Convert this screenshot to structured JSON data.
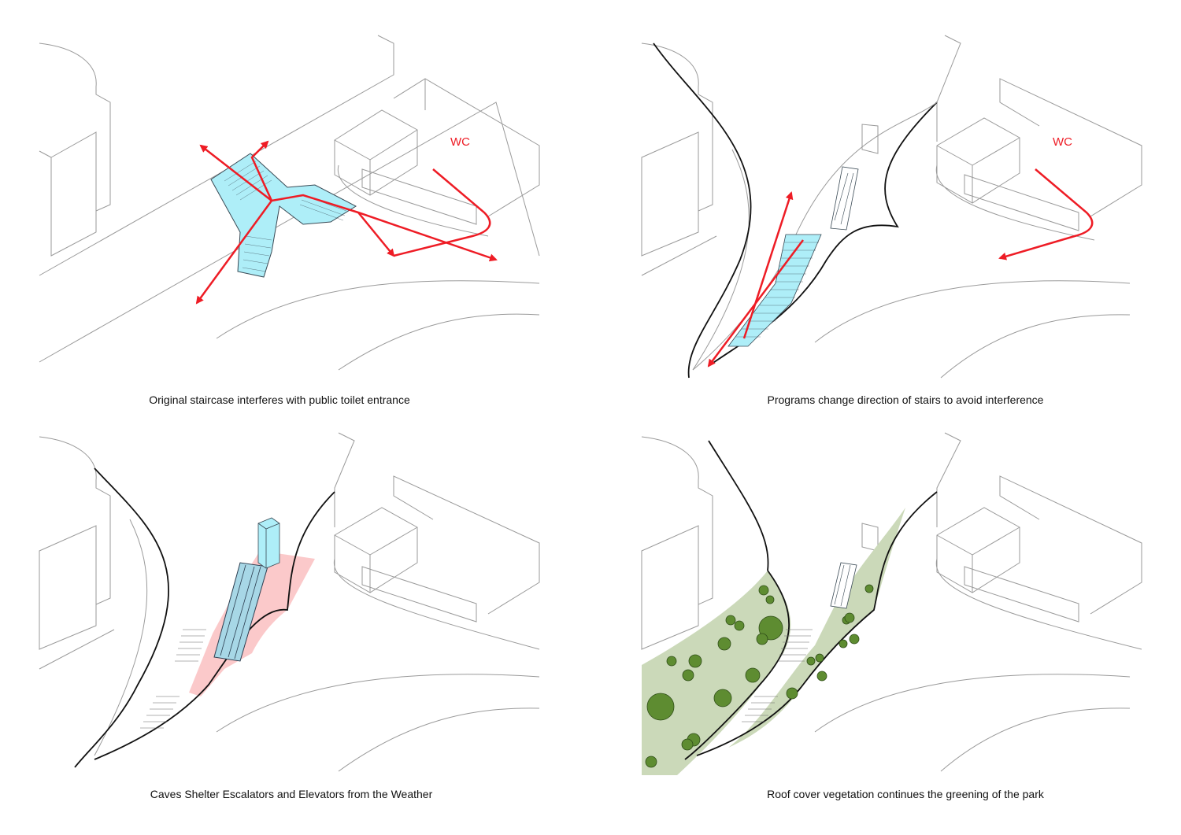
{
  "panels": [
    {
      "caption": "Original staircase interferes with public toilet entrance",
      "wc_label": "WC"
    },
    {
      "caption": "Programs change direction of stairs to avoid interference",
      "wc_label": "WC"
    },
    {
      "caption": "Caves Shelter Escalators and Elevators from the Weather"
    },
    {
      "caption": "Roof cover vegetation continues the greening of the park"
    }
  ],
  "colors": {
    "route_arrow": "#ee1c25",
    "glass": "#aeeef8",
    "shelter": "#f9b7b8",
    "vegetation": "#cbd9b9",
    "tree": "#5e8c31",
    "outline": "#9a9a9a"
  }
}
